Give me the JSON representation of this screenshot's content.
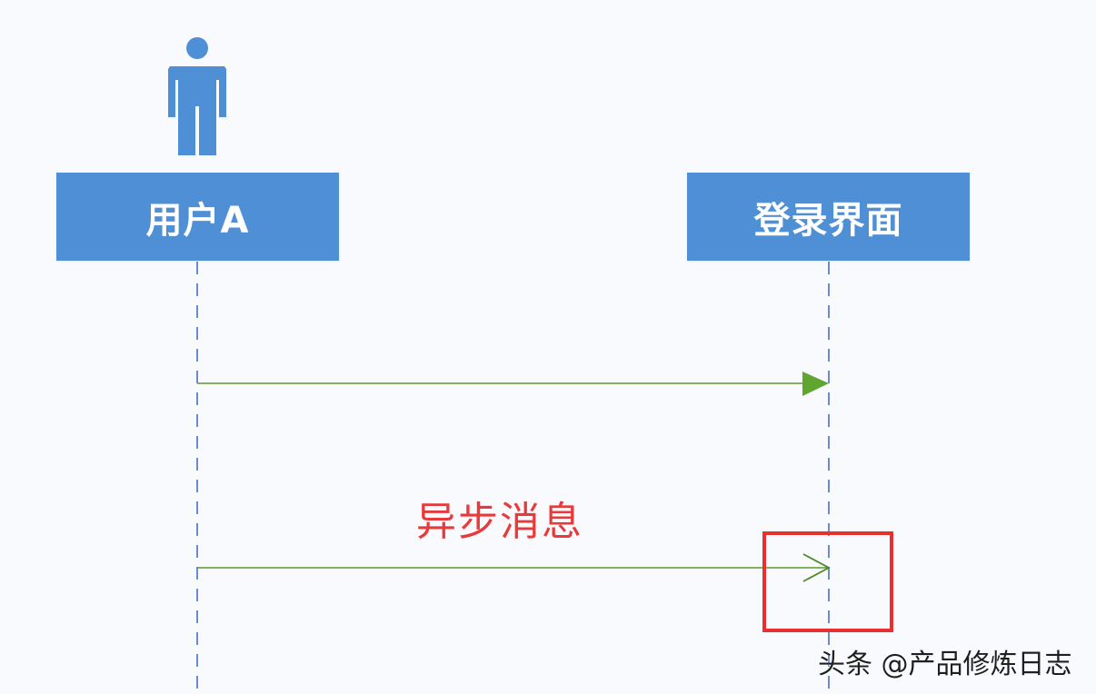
{
  "diagram": {
    "type": "sequence",
    "actor": {
      "icon": "person-icon",
      "color": "#4f8fd6"
    },
    "lifelines": [
      {
        "id": "user",
        "label": "用户A",
        "color": "#4f8fd6"
      },
      {
        "id": "login",
        "label": "登录界面",
        "color": "#4f8fd6"
      }
    ],
    "messages": [
      {
        "from": "user",
        "to": "login",
        "kind": "synchronous",
        "arrowhead": "filled-triangle",
        "color": "#5a9a2a"
      },
      {
        "from": "user",
        "to": "login",
        "kind": "asynchronous",
        "arrowhead": "open",
        "color": "#5a9a2a"
      }
    ],
    "annotation": {
      "label": "异步消息",
      "color": "#e83a3a",
      "highlight_box_color": "#e83a3a"
    }
  },
  "watermark": "头条 @产品修炼日志"
}
